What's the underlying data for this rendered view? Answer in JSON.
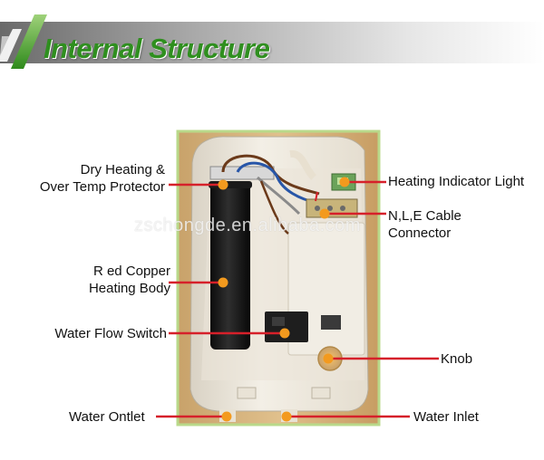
{
  "banner": {
    "title": "Internal Structure",
    "accent_color": "#3a9a24"
  },
  "watermark": "zschongde.en.alibaba.com",
  "callouts": {
    "dry_heating_line1": "Dry Heating &",
    "dry_heating_line2": "Over Temp Protector",
    "heating_indicator": "Heating Indicator Light",
    "cable_line1": "N,L,E Cable",
    "cable_line2": "Connector",
    "copper_line1": "R ed Copper",
    "copper_line2": "Heating Body",
    "flow_switch": "Water Flow Switch",
    "knob": "Knob",
    "outlet": "Water Ontlet",
    "inlet": "Water Inlet"
  },
  "colors": {
    "leader_line": "#d6202a",
    "marker": "#f39a1e",
    "frame": "#b9d98a"
  }
}
